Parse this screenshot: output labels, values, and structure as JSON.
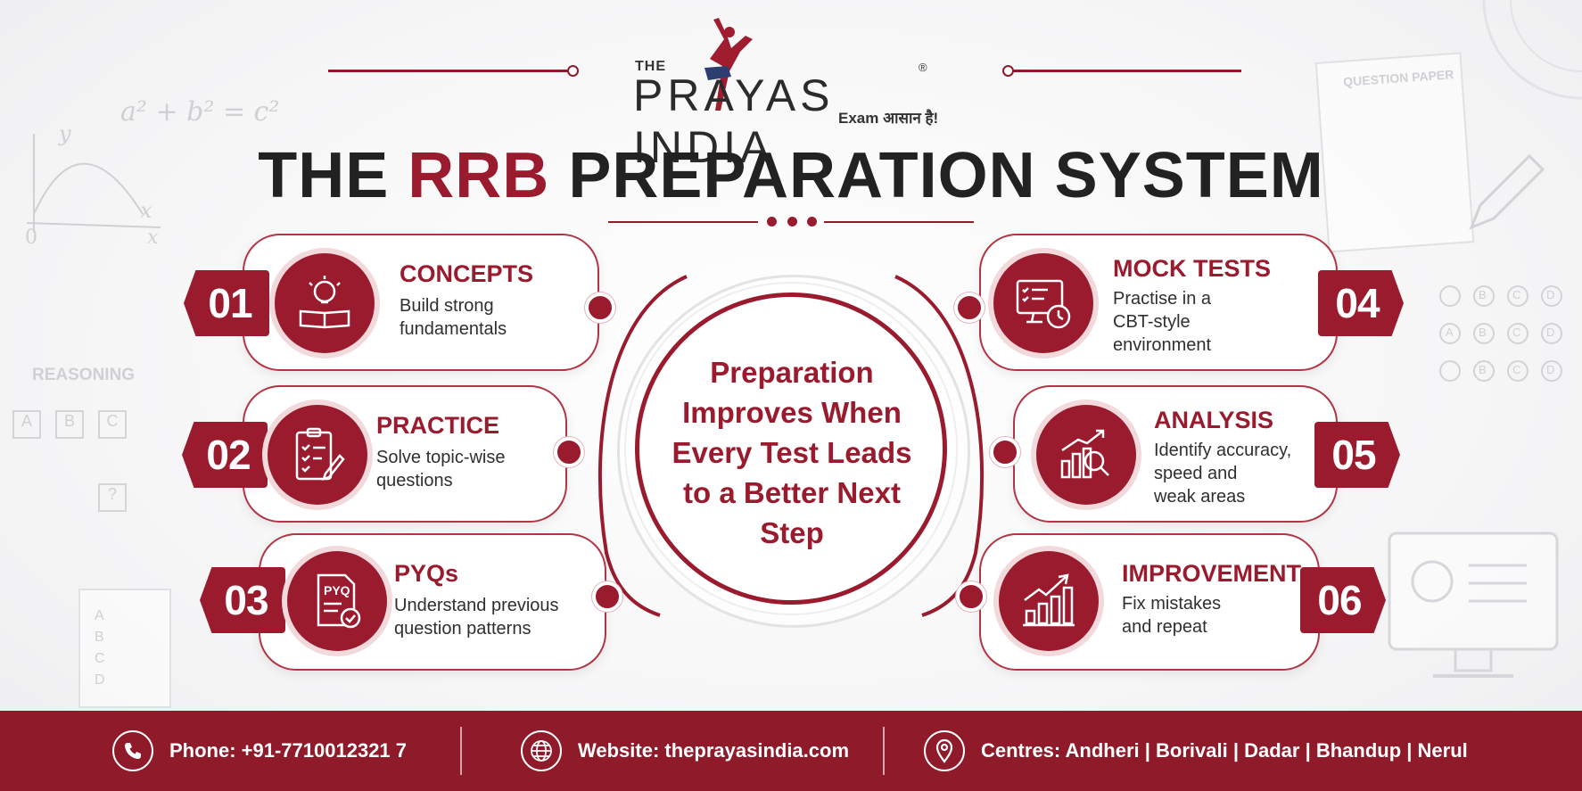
{
  "brand": {
    "the": "THE",
    "name": "PRAYAS INDIA",
    "registered": "®",
    "tagline": "Exam आसान है!"
  },
  "title": {
    "prefix": "THE",
    "accent": "RRB",
    "suffix": "PREPARATION SYSTEM"
  },
  "center_message": "Preparation Improves When Every Test Leads to a Better Next Step",
  "steps": [
    {
      "number": "01",
      "title": "CONCEPTS",
      "desc_lines": [
        "Build strong",
        "fundamentals"
      ],
      "icon": "lightbulb-book-icon"
    },
    {
      "number": "02",
      "title": "PRACTICE",
      "desc_lines": [
        "Solve topic-wise",
        "questions"
      ],
      "icon": "clipboard-checklist-icon"
    },
    {
      "number": "03",
      "title": "PYQs",
      "desc_lines": [
        "Understand previous",
        "question patterns"
      ],
      "icon": "pyq-document-icon",
      "icon_text": "PYQ"
    },
    {
      "number": "04",
      "title": "MOCK TESTS",
      "desc_lines": [
        "Practise in a",
        "CBT-style",
        "environment"
      ],
      "icon": "monitor-timer-icon"
    },
    {
      "number": "05",
      "title": "ANALYSIS",
      "desc_lines": [
        "Identify accuracy,",
        "speed and",
        "weak areas"
      ],
      "icon": "chart-magnifier-icon"
    },
    {
      "number": "06",
      "title": "IMPROVEMENT",
      "desc_lines": [
        "Fix mistakes",
        "and repeat"
      ],
      "icon": "rising-chart-icon"
    }
  ],
  "background": {
    "formula": "a² + b² = c²",
    "reasoning_label": "REASONING",
    "reasoning_boxes": [
      "A",
      "B",
      "C",
      "?"
    ],
    "answer_letters": [
      "A",
      "B",
      "C",
      "D"
    ],
    "question_paper_label": "QUESTION PAPER",
    "bubble_rows": [
      [
        "",
        "B",
        "C",
        "D"
      ],
      [
        "A",
        "B",
        "C",
        "D"
      ],
      [
        "",
        "B",
        "C",
        "D"
      ]
    ],
    "axis_labels": {
      "y": "y",
      "x": "x",
      "origin": "0",
      "x2": "x"
    }
  },
  "footer": {
    "phone": "Phone: +91-7710012321 7",
    "website": "Website: theprayasindia.com",
    "centres": "Centres: Andheri | Borivali | Dadar | Bhandup | Nerul"
  },
  "colors": {
    "accent": "#9b1b2e",
    "footer": "#8e1a2a",
    "text": "#222222"
  }
}
